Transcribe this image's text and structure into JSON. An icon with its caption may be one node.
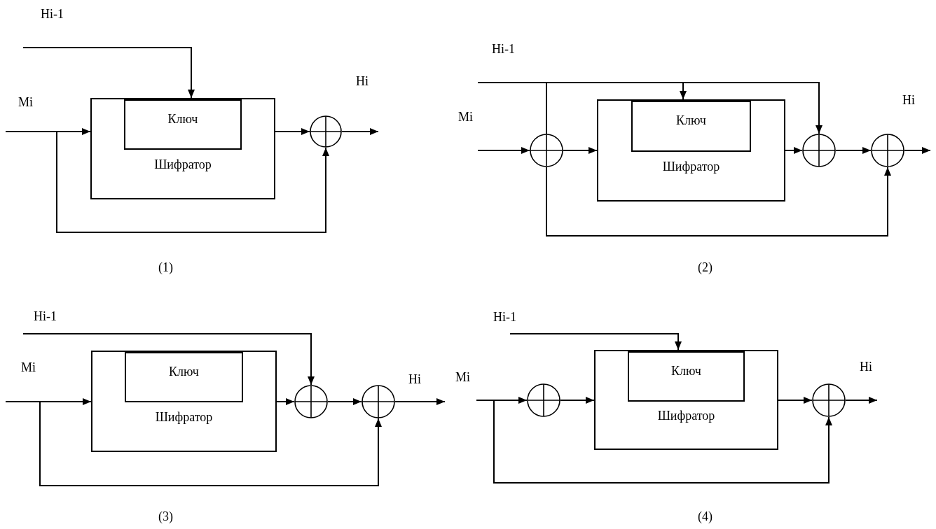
{
  "diagram": {
    "nodes": [
      {
        "text": [
          "Шифратор"
        ]
      },
      {
        "text": [
          "Ключ"
        ],
        "in": 0
      },
      {
        "text": [],
        "shape": "circle"
      },
      {
        "text": [],
        "shape": "circle"
      },
      {
        "text": [
          "Шифратор"
        ]
      },
      {
        "text": [
          "Ключ"
        ],
        "in": 4
      },
      {
        "text": [],
        "shape": "circle"
      },
      {
        "text": [],
        "shape": "circle"
      },
      {
        "text": [
          "Шифратор"
        ]
      },
      {
        "text": [
          "Ключ"
        ],
        "in": 8
      },
      {
        "text": [],
        "shape": "circle"
      },
      {
        "text": [],
        "shape": "circle"
      },
      {
        "text": [],
        "shape": "circle"
      },
      {
        "text": [
          "Шифратор"
        ]
      },
      {
        "text": [
          "Ключ"
        ],
        "in": 13
      },
      {
        "text": [],
        "shape": "circle"
      }
    ],
    "edges": [
      {
        "from": null,
        "to": 1,
        "arrow": "to"
      },
      {
        "from": null,
        "to": 0,
        "arrow": "to"
      },
      {
        "from": null,
        "to": 2,
        "arrow": "to"
      },
      {
        "from": 0,
        "to": 2,
        "arrow": "to"
      },
      {
        "from": 2,
        "to": null,
        "arrow": "to"
      },
      {
        "from": null,
        "to": 3,
        "arrow": "to"
      },
      {
        "from": null,
        "to": 3,
        "arrow": "none"
      },
      {
        "from": null,
        "to": 5,
        "arrow": "to"
      },
      {
        "from": null,
        "to": 6,
        "arrow": "to"
      },
      {
        "from": 3,
        "to": 4,
        "arrow": "to"
      },
      {
        "from": 3,
        "to": 7,
        "arrow": "to"
      },
      {
        "from": 4,
        "to": 6,
        "arrow": "to"
      },
      {
        "from": 6,
        "to": 7,
        "arrow": "to"
      },
      {
        "from": 7,
        "to": null,
        "arrow": "to"
      },
      {
        "from": null,
        "to": 10,
        "arrow": "to"
      },
      {
        "from": null,
        "to": 8,
        "arrow": "to"
      },
      {
        "from": null,
        "to": 11,
        "arrow": "to"
      },
      {
        "from": 8,
        "to": 10,
        "arrow": "to"
      },
      {
        "from": 10,
        "to": 11,
        "arrow": "to"
      },
      {
        "from": 11,
        "to": null,
        "arrow": "to"
      },
      {
        "from": null,
        "to": 14,
        "arrow": "to"
      },
      {
        "from": null,
        "to": 12,
        "arrow": "to"
      },
      {
        "from": null,
        "to": 15,
        "arrow": "to"
      },
      {
        "from": 12,
        "to": 13,
        "arrow": "to"
      },
      {
        "from": 13,
        "to": 15,
        "arrow": "to"
      },
      {
        "from": 15,
        "to": null,
        "arrow": "to"
      }
    ],
    "labels": [
      "Hi-1",
      "Mi",
      "Hi",
      "(1)",
      "Hi-1",
      "Mi",
      "Hi",
      "(2)",
      "Hi-1",
      "Mi",
      "Hi",
      "(3)",
      "Hi-1",
      "Mi",
      "Hi",
      "(4)"
    ]
  }
}
